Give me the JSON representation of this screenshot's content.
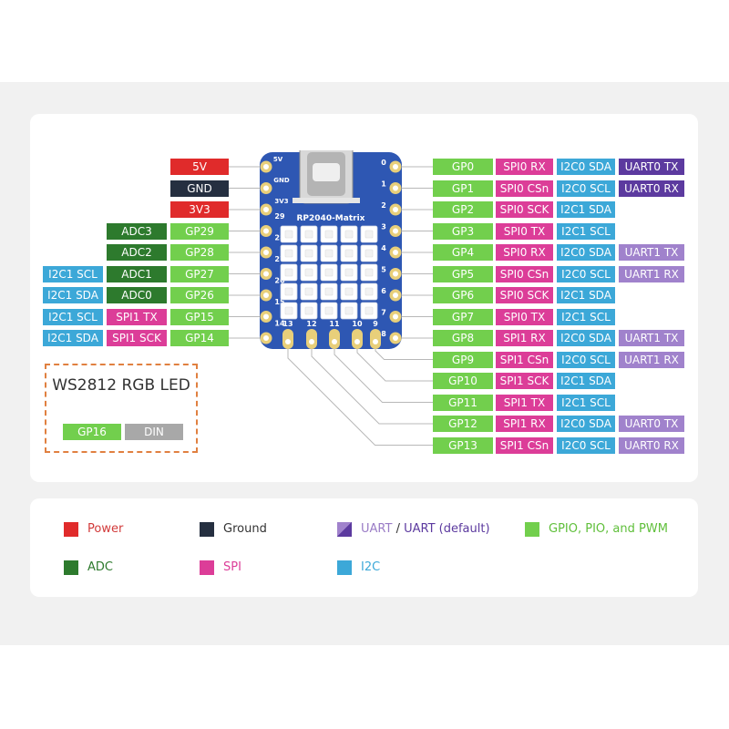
{
  "left_pins": [
    {
      "gp": null,
      "func": "5V",
      "func_color": "power",
      "extra": null
    },
    {
      "gp": null,
      "func": "GND",
      "func_color": "gnd",
      "extra": null
    },
    {
      "gp": null,
      "func": "3V3",
      "func_color": "power",
      "extra": null
    },
    {
      "gp": "GP29",
      "func": "ADC3",
      "func_color": "adc",
      "extra": null
    },
    {
      "gp": "GP28",
      "func": "ADC2",
      "func_color": "adc",
      "extra": null
    },
    {
      "gp": "GP27",
      "func": "ADC1",
      "func_color": "adc",
      "extra": "I2C1 SCL"
    },
    {
      "gp": "GP26",
      "func": "ADC0",
      "func_color": "adc",
      "extra": "I2C1 SDA"
    },
    {
      "gp": "GP15",
      "func": "SPI1 TX",
      "func_color": "spi",
      "extra": "I2C1 SCL"
    },
    {
      "gp": "GP14",
      "func": "SPI1 SCK",
      "func_color": "spi",
      "extra": "I2C1 SDA"
    }
  ],
  "right_pins": [
    {
      "gp": "GP0",
      "spi": "SPI0 RX",
      "i2c": "I2C0 SDA",
      "uart": "UART0 TX",
      "uart_default": true
    },
    {
      "gp": "GP1",
      "spi": "SPI0 CSn",
      "i2c": "I2C0 SCL",
      "uart": "UART0 RX",
      "uart_default": true
    },
    {
      "gp": "GP2",
      "spi": "SPI0 SCK",
      "i2c": "I2C1 SDA",
      "uart": null,
      "uart_default": false
    },
    {
      "gp": "GP3",
      "spi": "SPI0 TX",
      "i2c": "I2C1 SCL",
      "uart": null,
      "uart_default": false
    },
    {
      "gp": "GP4",
      "spi": "SPI0 RX",
      "i2c": "I2C0 SDA",
      "uart": "UART1 TX",
      "uart_default": false
    },
    {
      "gp": "GP5",
      "spi": "SPI0 CSn",
      "i2c": "I2C0 SCL",
      "uart": "UART1 RX",
      "uart_default": false
    },
    {
      "gp": "GP6",
      "spi": "SPI0 SCK",
      "i2c": "I2C1 SDA",
      "uart": null,
      "uart_default": false
    },
    {
      "gp": "GP7",
      "spi": "SPI0 TX",
      "i2c": "I2C1 SCL",
      "uart": null,
      "uart_default": false
    },
    {
      "gp": "GP8",
      "spi": "SPI1 RX",
      "i2c": "I2C0 SDA",
      "uart": "UART1 TX",
      "uart_default": false
    },
    {
      "gp": "GP9",
      "spi": "SPI1 CSn",
      "i2c": "I2C0 SCL",
      "uart": "UART1 RX",
      "uart_default": false
    },
    {
      "gp": "GP10",
      "spi": "SPI1 SCK",
      "i2c": "I2C1 SDA",
      "uart": null,
      "uart_default": false
    },
    {
      "gp": "GP11",
      "spi": "SPI1 TX",
      "i2c": "I2C1 SCL",
      "uart": null,
      "uart_default": false
    },
    {
      "gp": "GP12",
      "spi": "SPI1 RX",
      "i2c": "I2C0 SDA",
      "uart": "UART0 TX",
      "uart_default": false
    },
    {
      "gp": "GP13",
      "spi": "SPI1 CSn",
      "i2c": "I2C0 SCL",
      "uart": "UART0 RX",
      "uart_default": false
    }
  ],
  "board": {
    "name": "RP2040-Matrix",
    "top_left_labels": [
      "5V",
      "GND",
      "3V3"
    ],
    "left_numbers": [
      "29",
      "28",
      "27",
      "26",
      "15",
      "14"
    ],
    "right_numbers": [
      "0",
      "1",
      "2",
      "3",
      "4",
      "5",
      "6",
      "7",
      "8"
    ],
    "bottom_numbers": [
      "13",
      "12",
      "11",
      "10",
      "9"
    ],
    "color": "#2e57b3"
  },
  "led_box": {
    "title": "WS2812 RGB LED",
    "gp": "GP16",
    "pin": "DIN"
  },
  "legend": [
    {
      "swatch": "power",
      "label": "Power",
      "label_color": "#d23a3a"
    },
    {
      "swatch": "gnd",
      "label": "Ground",
      "label_color": "#333333"
    },
    {
      "swatch": "uart",
      "label_parts": [
        "UART",
        " / ",
        "UART (default)"
      ],
      "label_colors": [
        "#9a7cc6",
        "#333333",
        "#5c3a9f"
      ]
    },
    {
      "swatch": "gpio",
      "label": "GPIO, PIO, and PWM",
      "label_color": "#5fbf3a"
    },
    {
      "swatch": "adc",
      "label": "ADC",
      "label_color": "#2d7a2d"
    },
    {
      "swatch": "spi",
      "label": "SPI",
      "label_color": "#dc3d98"
    },
    {
      "swatch": "i2c",
      "label": "I2C",
      "label_color": "#3ca8d8"
    }
  ],
  "colors": {
    "power": "#e02b2b",
    "gnd": "#252f40",
    "gpio": "#72cf4d",
    "adc": "#2d7a2d",
    "spi": "#dc3d98",
    "i2c": "#3ca8d8",
    "uart_default": "#5c3a9f",
    "uart": "#a082cc"
  }
}
